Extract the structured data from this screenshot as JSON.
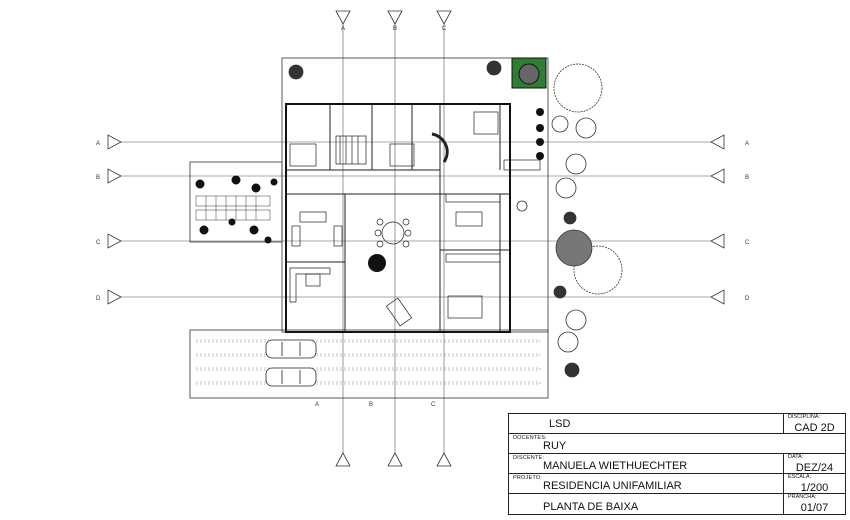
{
  "axes": {
    "vertical": [
      "A",
      "B",
      "C"
    ],
    "horizontal": [
      "A",
      "B",
      "C",
      "D"
    ]
  },
  "title_block": {
    "institution": "LSD",
    "discipline_label": "DISCIPLINA:",
    "discipline": "CAD 2D",
    "teacher_label": "DOCENTES:",
    "teacher": "RUY",
    "student_label": "DISCENTE:",
    "student": "MANUELA WIETHUECHTER",
    "date_label": "DATA:",
    "date": "DEZ/24",
    "project_label": "PROJETO:",
    "project": "RESIDENCIA UNIFAMILIAR",
    "scale_label": "ESCALA:",
    "scale": "1/200",
    "drawing": "PLANTA DE BAIXA",
    "sheet_label": "PRANCHA:",
    "sheet": "01/07"
  }
}
